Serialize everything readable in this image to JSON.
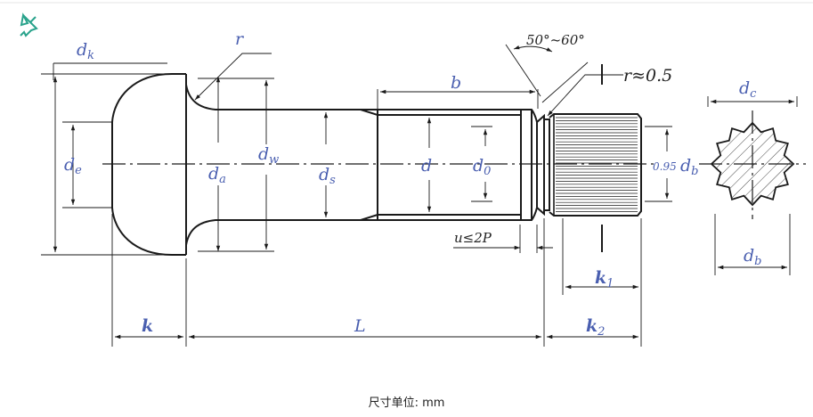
{
  "labels": {
    "dk": "d",
    "dk_sub": "k",
    "r_top": "r",
    "angle": "50°~60°",
    "r_small": "r≈0.5",
    "b": "b",
    "dc": "d",
    "dc_sub": "c",
    "de": "d",
    "de_sub": "e",
    "da": "d",
    "da_sub": "a",
    "dw": "d",
    "dw_sub": "w",
    "ds": "d",
    "ds_sub": "s",
    "d": "d",
    "d0": "d",
    "d0_sub": "0",
    "db095_coef": "0.95",
    "db095": "d",
    "db095_sub": "b",
    "u": "u≤2P",
    "db": "d",
    "db_sub": "b",
    "k1": "k",
    "k1_sub": "1",
    "k": "k",
    "L": "L",
    "k2": "k",
    "k2_sub": "2"
  },
  "caption": "尺寸单位: mm",
  "colors": {
    "accent": "#4a5fb0",
    "line": "#1a1a1a",
    "pin": "#2aa38c"
  },
  "icons": {
    "corner": "pin-icon"
  }
}
